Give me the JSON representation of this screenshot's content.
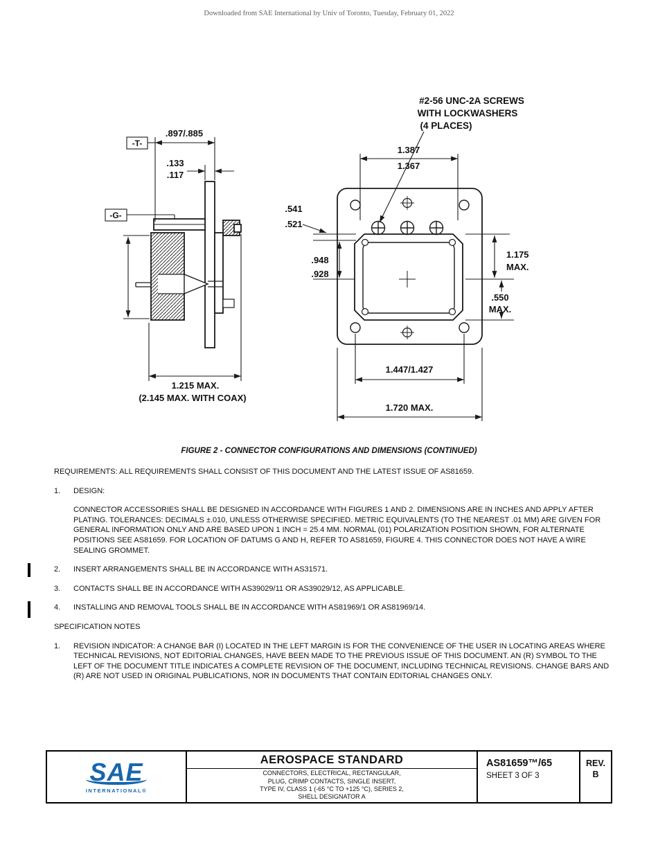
{
  "page": {
    "download_notice": "Downloaded from SAE International by Univ of Toronto, Tuesday, February 01, 2022"
  },
  "figure": {
    "caption": "FIGURE 2 - CONNECTOR CONFIGURATIONS AND DIMENSIONS (CONTINUED)",
    "callout": {
      "line1": "#2-56 UNC-2A SCREWS",
      "line2": "WITH LOCKWASHERS",
      "line3": "(4 PLACES)"
    },
    "dims": {
      "flange_width": ".897/.885",
      "datum_t": "-T-",
      "thickness_hi": ".133",
      "thickness_lo": ".117",
      "datum_g": "-G-",
      "screw_span_hi": "1.387",
      "screw_span_lo": "1.367",
      "left_hi": ".541",
      "left_lo": ".521",
      "left2_hi": ".948",
      "left2_lo": ".928",
      "right_height": "1.175",
      "right_height_max": "MAX.",
      "right_lower": ".550",
      "right_lower_max": "MAX.",
      "hole_span": "1.447/1.427",
      "flange_span": "1.720 MAX.",
      "depth": "1.215 MAX.",
      "depth_coax": "(2.145 MAX. WITH COAX)"
    }
  },
  "body": {
    "requirements": "REQUIREMENTS: ALL REQUIREMENTS SHALL CONSIST OF THIS DOCUMENT AND THE LATEST ISSUE OF AS81659.",
    "items": [
      {
        "num": "1.",
        "title": "DESIGN:",
        "text": "CONNECTOR ACCESSORIES SHALL BE DESIGNED IN ACCORDANCE WITH FIGURES 1 AND 2. DIMENSIONS ARE IN INCHES AND APPLY AFTER PLATING. TOLERANCES: DECIMALS ±.010, UNLESS OTHERWISE SPECIFIED. METRIC EQUIVALENTS (TO THE NEAREST .01 MM) ARE GIVEN FOR GENERAL INFORMATION ONLY AND ARE BASED UPON 1 INCH = 25.4 MM. NORMAL (01) POLARIZATION POSITION SHOWN, FOR ALTERNATE POSITIONS SEE AS81659. FOR LOCATION OF DATUMS G AND H, REFER TO AS81659, FIGURE 4. THIS CONNECTOR DOES NOT HAVE A WIRE SEALING GROMMET.",
        "change_bar": false
      },
      {
        "num": "2.",
        "text": "INSERT ARRANGEMENTS SHALL BE IN ACCORDANCE WITH AS31571.",
        "change_bar": true
      },
      {
        "num": "3.",
        "text": "CONTACTS SHALL BE IN ACCORDANCE WITH AS39029/11 OR AS39029/12, AS APPLICABLE.",
        "change_bar": false
      },
      {
        "num": "4.",
        "text": "INSTALLING AND REMOVAL TOOLS SHALL BE IN ACCORDANCE WITH AS81969/1 OR AS81969/14.",
        "change_bar": true
      }
    ],
    "spec_notes_heading": "SPECIFICATION NOTES",
    "notes": [
      {
        "num": "1.",
        "text": "REVISION INDICATOR: A CHANGE BAR (I) LOCATED IN THE LEFT MARGIN IS FOR THE CONVENIENCE OF THE USER IN LOCATING AREAS WHERE TECHNICAL REVISIONS, NOT EDITORIAL CHANGES, HAVE BEEN MADE TO THE PREVIOUS ISSUE OF THIS DOCUMENT. AN (R) SYMBOL TO THE LEFT OF THE DOCUMENT TITLE INDICATES A COMPLETE REVISION OF THE DOCUMENT, INCLUDING TECHNICAL REVISIONS. CHANGE BARS AND (R) ARE NOT USED IN ORIGINAL PUBLICATIONS, NOR IN DOCUMENTS THAT CONTAIN EDITORIAL CHANGES ONLY."
      }
    ]
  },
  "title_block": {
    "logo_text": "SAE",
    "logo_subtext": "INTERNATIONAL®",
    "heading": "AEROSPACE STANDARD",
    "subtitle_lines": [
      "CONNECTORS, ELECTRICAL, RECTANGULAR,",
      "PLUG, CRIMP CONTACTS, SINGLE INSERT,",
      "TYPE IV, CLASS 1 (-65 °C TO +125 °C), SERIES 2,",
      "SHELL DESIGNATOR A"
    ],
    "doc_number": "AS81659™/65",
    "sheet": "SHEET 3 OF 3",
    "rev_label": "REV.",
    "rev_value": "B"
  },
  "colors": {
    "sae_blue": "#1766ad",
    "ink": "#111111"
  }
}
